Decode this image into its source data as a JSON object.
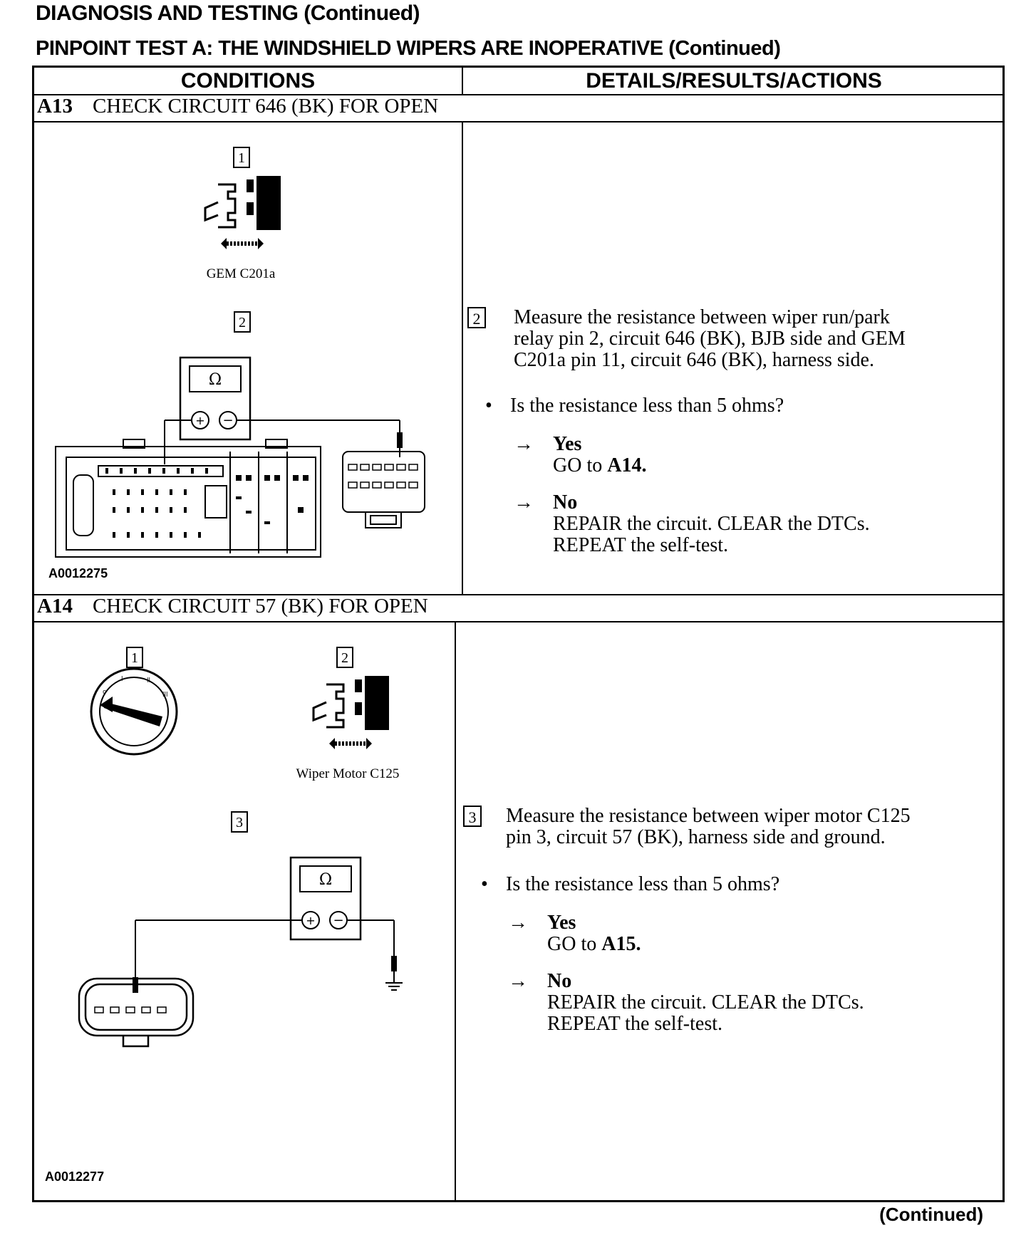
{
  "page": {
    "heading": "DIAGNOSIS AND TESTING (Continued)",
    "subheading": "PINPOINT TEST A: THE WINDSHIELD WIPERS ARE INOPERATIVE (Continued)",
    "footer": "(Continued)"
  },
  "table": {
    "col_conditions": "CONDITIONS",
    "col_details": "DETAILS/RESULTS/ACTIONS"
  },
  "steps": [
    {
      "id": "A13",
      "title": "CHECK CIRCUIT 646 (BK) FOR OPEN",
      "figure_id": "A0012275",
      "callouts": [
        "1",
        "2"
      ],
      "connector_label": "GEM C201a",
      "meter_symbol": "Ω",
      "detail_num": "2",
      "instruction": "Measure the resistance between wiper run/park relay pin 2, circuit 646 (BK), BJB side and GEM C201a pin 11, circuit 646 (BK), harness side.",
      "question": "Is the resistance less than 5 ohms?",
      "yes_label": "Yes",
      "yes_action_prefix": "GO to ",
      "yes_target": "A14.",
      "no_label": "No",
      "no_action_1": "REPAIR the circuit. CLEAR the DTCs.",
      "no_action_2": "REPEAT the self-test."
    },
    {
      "id": "A14",
      "title": "CHECK CIRCUIT 57 (BK) FOR OPEN",
      "figure_id": "A0012277",
      "callouts": [
        "1",
        "2",
        "3"
      ],
      "connector_label": "Wiper Motor C125",
      "meter_symbol": "Ω",
      "detail_num": "3",
      "instruction": "Measure the resistance between wiper motor C125 pin 3, circuit 57 (BK), harness side and ground.",
      "question": "Is the resistance less than 5 ohms?",
      "yes_label": "Yes",
      "yes_action_prefix": "GO to ",
      "yes_target": "A15.",
      "no_label": "No",
      "no_action_1": "REPAIR the circuit. CLEAR the DTCs.",
      "no_action_2": "REPEAT the self-test."
    }
  ],
  "icons": [
    "unplug-connector-icon",
    "ohmmeter-icon",
    "ignition-switch-icon",
    "ground-symbol-icon",
    "arrow-right-icon",
    "bullet-icon"
  ]
}
